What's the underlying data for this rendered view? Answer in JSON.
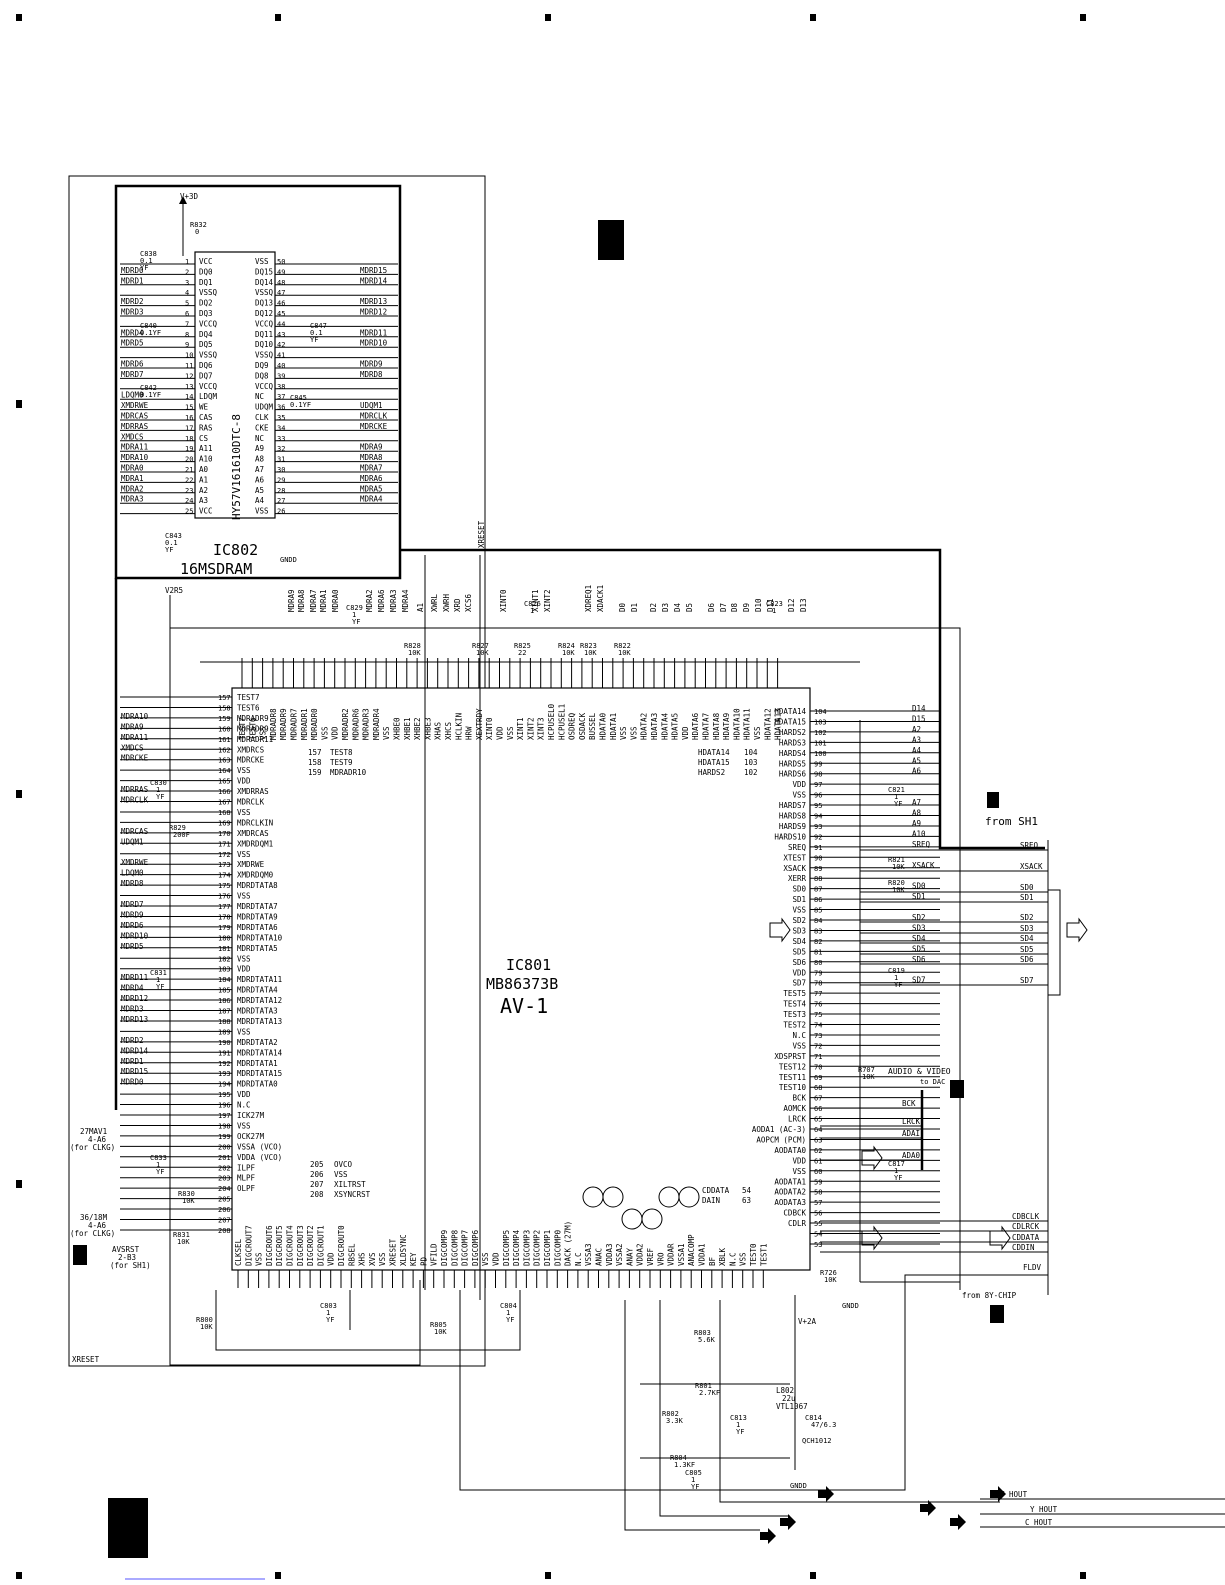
{
  "ic802": {
    "ref": "IC802",
    "type": "16MSDRAM",
    "part": "HY57V161610DTC-8",
    "supply": "V+3D",
    "r832": [
      "R832",
      "0"
    ],
    "gnd": "GNDD",
    "left_pins": [
      [
        "1",
        "VCC"
      ],
      [
        "2",
        "DQ0"
      ],
      [
        "3",
        "DQ1"
      ],
      [
        "4",
        "VSSQ"
      ],
      [
        "5",
        "DQ2"
      ],
      [
        "6",
        "DQ3"
      ],
      [
        "7",
        "VCCQ"
      ],
      [
        "8",
        "DQ4"
      ],
      [
        "9",
        "DQ5"
      ],
      [
        "10",
        "VSSQ"
      ],
      [
        "11",
        "DQ6"
      ],
      [
        "12",
        "DQ7"
      ],
      [
        "13",
        "VCCQ"
      ],
      [
        "14",
        "LDQM"
      ],
      [
        "15",
        "WE"
      ],
      [
        "16",
        "CAS"
      ],
      [
        "17",
        "RAS"
      ],
      [
        "18",
        "CS"
      ],
      [
        "19",
        "A11"
      ],
      [
        "20",
        "A10"
      ],
      [
        "21",
        "A0"
      ],
      [
        "22",
        "A1"
      ],
      [
        "23",
        "A2"
      ],
      [
        "24",
        "A3"
      ],
      [
        "25",
        "VCC"
      ]
    ],
    "right_pins": [
      [
        "50",
        "VSS"
      ],
      [
        "49",
        "DQ15"
      ],
      [
        "48",
        "DQ14"
      ],
      [
        "47",
        "VSSQ"
      ],
      [
        "46",
        "DQ13"
      ],
      [
        "45",
        "DQ12"
      ],
      [
        "44",
        "VCCQ"
      ],
      [
        "43",
        "DQ11"
      ],
      [
        "42",
        "DQ10"
      ],
      [
        "41",
        "VSSQ"
      ],
      [
        "40",
        "DQ9"
      ],
      [
        "39",
        "DQ8"
      ],
      [
        "38",
        "VCCQ"
      ],
      [
        "37",
        "NC"
      ],
      [
        "36",
        "UDQM"
      ],
      [
        "35",
        "CLK"
      ],
      [
        "34",
        "CKE"
      ],
      [
        "33",
        "NC"
      ],
      [
        "32",
        "A9"
      ],
      [
        "31",
        "A8"
      ],
      [
        "30",
        "A7"
      ],
      [
        "29",
        "A6"
      ],
      [
        "28",
        "A5"
      ],
      [
        "27",
        "A4"
      ],
      [
        "26",
        "VSS"
      ]
    ],
    "left_nets": [
      "",
      "MDRD0",
      "MDRD1",
      "",
      "MDRD2",
      "MDRD3",
      "",
      "MDRD4",
      "MDRD5",
      "",
      "MDRD6",
      "MDRD7",
      "",
      "LDQM0",
      "XMDRWE",
      "MDRCAS",
      "MDRRAS",
      "XMDCS",
      "MDRA11",
      "MDRA10",
      "MDRA0",
      "MDRA1",
      "MDRA2",
      "MDRA3",
      ""
    ],
    "right_nets": [
      "",
      "MDRD15",
      "MDRD14",
      "",
      "MDRD13",
      "MDRD12",
      "",
      "MDRD11",
      "MDRD10",
      "",
      "MDRD9",
      "MDRD8",
      "",
      "",
      "UDQM1",
      "MDRCLK",
      "MDRCKE",
      "",
      "MDRA9",
      "MDRA8",
      "MDRA7",
      "MDRA6",
      "MDRA5",
      "MDRA4",
      ""
    ],
    "caps": [
      [
        "C838",
        "0.1",
        "YF"
      ],
      [
        "C840",
        "0.1YF"
      ],
      [
        "C842",
        "0.1YF"
      ],
      [
        "C843",
        "0.1",
        "YF"
      ],
      [
        "C847",
        "0.1",
        "YF"
      ],
      [
        "C845",
        "0.1YF"
      ]
    ]
  },
  "ic801": {
    "ref": "IC801",
    "part": "MB86373B",
    "name": "AV-1",
    "supply": "V2R5",
    "left_pins": [
      [
        "157",
        "TEST7"
      ],
      [
        "158",
        "TEST6"
      ],
      [
        "159",
        "MDRADR9"
      ],
      [
        "160",
        "MDRADR9"
      ],
      [
        "161",
        "MDRADR11"
      ],
      [
        "162",
        "XMDRCS"
      ],
      [
        "163",
        "MDRCKE"
      ],
      [
        "164",
        "VSS"
      ],
      [
        "165",
        "VDD"
      ],
      [
        "166",
        "XMDRRAS"
      ],
      [
        "167",
        "MDRCLK"
      ],
      [
        "168",
        "VSS"
      ],
      [
        "169",
        "MDRCLKIN"
      ],
      [
        "170",
        "XMDRCAS"
      ],
      [
        "171",
        "XMDRDQM1"
      ],
      [
        "172",
        "VSS"
      ],
      [
        "173",
        "XMDRWE"
      ],
      [
        "174",
        "XMDRDQM0"
      ],
      [
        "175",
        "MDRDTATA8"
      ],
      [
        "176",
        "VSS"
      ],
      [
        "177",
        "MDRDTATA7"
      ],
      [
        "178",
        "MDRDTATA9"
      ],
      [
        "179",
        "MDRDTATA6"
      ],
      [
        "180",
        "MDRDTATA10"
      ],
      [
        "181",
        "MDRDTATA5"
      ],
      [
        "182",
        "VSS"
      ],
      [
        "183",
        "VDD"
      ],
      [
        "184",
        "MDRDTATA11"
      ],
      [
        "185",
        "MDRDTATA4"
      ],
      [
        "186",
        "MDRDTATA12"
      ],
      [
        "187",
        "MDRDTATA3"
      ],
      [
        "188",
        "MDRDTATA13"
      ],
      [
        "189",
        "VSS"
      ],
      [
        "190",
        "MDRDTATA2"
      ],
      [
        "191",
        "MDRDTATA14"
      ],
      [
        "192",
        "MDRDTATA1"
      ],
      [
        "193",
        "MDRDTATA15"
      ],
      [
        "194",
        "MDRDTATA0"
      ],
      [
        "195",
        "VDD"
      ],
      [
        "196",
        "N.C"
      ],
      [
        "197",
        "ICK27M"
      ],
      [
        "198",
        "VSS"
      ],
      [
        "199",
        "OCK27M"
      ],
      [
        "200",
        "VSSA (VCO)"
      ],
      [
        "201",
        "VDDA (VCO)"
      ],
      [
        "202",
        "ILPF"
      ],
      [
        "203",
        "MLPF"
      ],
      [
        "204",
        "OLPF"
      ],
      [
        "205",
        ""
      ],
      [
        "206",
        ""
      ],
      [
        "207",
        ""
      ],
      [
        "208",
        ""
      ]
    ],
    "left_nets": [
      "",
      "",
      "MDRA10",
      "MDRA9",
      "MDRA11",
      "XMDCS",
      "MDRCKE",
      "",
      "",
      "MDRRAS",
      "MDRCLK",
      "",
      "",
      "MDRCAS",
      "UDQM1",
      "",
      "XMDRWE",
      "LDQM0",
      "MDRD8",
      "",
      "MDRD7",
      "MDRD9",
      "MDRD6",
      "MDRD10",
      "MDRD5",
      "",
      "",
      "MDRD11",
      "MDRD4",
      "MDRD12",
      "MDRD3",
      "MDRD13",
      "",
      "MDRD2",
      "MDRD14",
      "MDRD1",
      "MDRD15",
      "MDRD0"
    ],
    "inner_list_a": [
      [
        "157",
        "TEST8"
      ],
      [
        "158",
        "TEST9"
      ],
      [
        "159",
        "MDRADR10"
      ]
    ],
    "inner_list_b": [
      [
        "205",
        "OVCO"
      ],
      [
        "206",
        "VSS"
      ],
      [
        "207",
        "XILTRST"
      ],
      [
        "208",
        "XSYNCRST"
      ]
    ],
    "inner_list_c": [
      [
        "HDATA14",
        "104"
      ],
      [
        "HDATA15",
        "103"
      ],
      [
        "HARDS2",
        "102"
      ]
    ],
    "inner_list_d": [
      [
        "CDDATA",
        "54"
      ],
      [
        "DAIN",
        "63"
      ]
    ],
    "top_pins": [
      "TEST7",
      "TEST6",
      "VSS",
      "MDRADR8",
      "MDRADR9",
      "MDRADR7",
      "MDRADR1",
      "MDRADR0",
      "VSS",
      "VDD",
      "MDRADR2",
      "MDRADR6",
      "MDRADR3",
      "MDRADR4",
      "VSS",
      "XHBE0",
      "XHBE1",
      "XHBE2",
      "XHBE3",
      "XHAS",
      "XHCS",
      "HCLKIN",
      "HRW",
      "XEXTRDY",
      "XINT0",
      "VDD",
      "VSS",
      "XINT1",
      "XINT2",
      "XINT3",
      "HCPUSEL0",
      "HCPUSEL1",
      "OSDREQ",
      "OSDACK",
      "BUSSEL",
      "HDATA0",
      "HDATA1",
      "VSS",
      "VSS",
      "HDATA2",
      "HDATA3",
      "HDATA4",
      "HDATA5",
      "VDD",
      "HDATA6",
      "HDATA7",
      "HDATA8",
      "HDATA9",
      "HDATA10",
      "HDATA11",
      "VSS",
      "HDATA12",
      "HDATA13"
    ],
    "top_nets": [
      "MDRA9",
      "MDRA8",
      "MDRA7",
      "MDRA1",
      "MDRA0",
      "MDRA2",
      "MDRA6",
      "MDRA3",
      "MDRA4",
      "A1",
      "XWRL",
      "XWRH",
      "XRD",
      "XCS6",
      "XINT0",
      "XINT1",
      "XINT2",
      "XDREQ1",
      "XDACK1",
      "D0",
      "D1",
      "D2",
      "D3",
      "D4",
      "D5",
      "D6",
      "D7",
      "D8",
      "D9",
      "D10",
      "D11",
      "D12",
      "D13"
    ],
    "right_pins": [
      [
        "104",
        "HDATA14"
      ],
      [
        "103",
        "HDATA15"
      ],
      [
        "102",
        "HARDS2"
      ],
      [
        "101",
        "HARDS3"
      ],
      [
        "100",
        "HARDS4"
      ],
      [
        "99",
        "HARDS5"
      ],
      [
        "98",
        "HARDS6"
      ],
      [
        "97",
        "VDD"
      ],
      [
        "96",
        "VSS"
      ],
      [
        "95",
        "HARDS7"
      ],
      [
        "94",
        "HARDS8"
      ],
      [
        "93",
        "HARDS9"
      ],
      [
        "92",
        "HARDS10"
      ],
      [
        "91",
        "SREQ"
      ],
      [
        "90",
        "XTEST"
      ],
      [
        "89",
        "XSACK"
      ],
      [
        "88",
        "XERR"
      ],
      [
        "87",
        "SD0"
      ],
      [
        "86",
        "SD1"
      ],
      [
        "85",
        "VSS"
      ],
      [
        "84",
        "SD2"
      ],
      [
        "83",
        "SD3"
      ],
      [
        "82",
        "SD4"
      ],
      [
        "81",
        "SD5"
      ],
      [
        "80",
        "SD6"
      ],
      [
        "79",
        "VDD"
      ],
      [
        "78",
        "SD7"
      ],
      [
        "77",
        "TEST5"
      ],
      [
        "76",
        "TEST4"
      ],
      [
        "75",
        "TEST3"
      ],
      [
        "74",
        "TEST2"
      ],
      [
        "73",
        "N.C"
      ],
      [
        "72",
        "VSS"
      ],
      [
        "71",
        "XDSPRST"
      ],
      [
        "70",
        "TEST12"
      ],
      [
        "69",
        "TEST11"
      ],
      [
        "68",
        "TEST10"
      ],
      [
        "67",
        "BCK"
      ],
      [
        "66",
        "AOMCK"
      ],
      [
        "65",
        "LRCK"
      ],
      [
        "64",
        "AODA1 (AC-3)"
      ],
      [
        "63",
        "AOPCM (PCM)"
      ],
      [
        "62",
        "AODATA0"
      ],
      [
        "61",
        "VDD"
      ],
      [
        "60",
        "VSS"
      ],
      [
        "59",
        "AODATA1"
      ],
      [
        "58",
        "AODATA2"
      ],
      [
        "57",
        "AODATA3"
      ],
      [
        "56",
        "CDBCK"
      ],
      [
        "55",
        "CDLR"
      ],
      [
        "54",
        ""
      ],
      [
        "53",
        ""
      ]
    ],
    "right_nets": [
      "D14",
      "D15",
      "A2",
      "A3",
      "A4",
      "A5",
      "A6",
      "",
      "",
      "A7",
      "A8",
      "A9",
      "A10",
      "SREQ",
      "",
      "XSACK",
      "",
      "SD0",
      "SD1",
      "",
      "SD2",
      "SD3",
      "SD4",
      "SD5",
      "SD6",
      "",
      "SD7"
    ],
    "bottom_pins": [
      "CLKSEL",
      "DIGCROUT7",
      "VSS",
      "DIGCROUT6",
      "DIGCROUT5",
      "DIGCROUT4",
      "DIGCROUT3",
      "DIGCROUT2",
      "DIGCROUT1",
      "VDD",
      "DIGCROUT0",
      "RBSEL",
      "XHS",
      "XVS",
      "VSS",
      "XRESET",
      "XLDSYNC",
      "KEY",
      "PD",
      "VFILD",
      "DIGCOMP9",
      "DIGCOMP8",
      "DIGCOMP7",
      "DIGCOMP6",
      "VSS",
      "VDD",
      "DIGCOMP5",
      "DIGCOMP4",
      "DIGCOMP3",
      "DIGCOMP2",
      "DIGCOMP1",
      "DIGCOMP0",
      "DACK (27M)",
      "N.C",
      "VSSA3",
      "ANAC",
      "VDDA3",
      "VSSA2",
      "ANAY",
      "VDDA2",
      "VREF",
      "VRO",
      "VDDAR",
      "VSSA1",
      "ANACOMP",
      "VDDA1",
      "BF",
      "XBLK",
      "N.C",
      "VSS",
      "TEST0",
      "TEST1"
    ]
  },
  "resistors": [
    [
      "R829",
      "200F"
    ],
    [
      "R830",
      "10K"
    ],
    [
      "R831",
      "10K"
    ],
    [
      "R800",
      "10K"
    ],
    [
      "R805",
      "10K"
    ],
    [
      "R828",
      "10K"
    ],
    [
      "R827",
      "10K"
    ],
    [
      "R825",
      "22"
    ],
    [
      "R824",
      "10K"
    ],
    [
      "R823",
      "10K"
    ],
    [
      "R822",
      "10K"
    ],
    [
      "R821",
      "10K"
    ],
    [
      "R820",
      "10K"
    ],
    [
      "R707",
      "10K"
    ],
    [
      "R726",
      "10K"
    ],
    [
      "R803",
      "5.6K"
    ],
    [
      "R802",
      "3.3K"
    ],
    [
      "R801",
      "2.7KF"
    ],
    [
      "R804",
      "1.3KF"
    ]
  ],
  "caps": [
    [
      "C830",
      "1",
      "YF"
    ],
    [
      "C831",
      "1",
      "YF"
    ],
    [
      "C833",
      "1",
      "YF"
    ],
    [
      "C803",
      "1",
      "YF"
    ],
    [
      "C804",
      "1",
      "YF"
    ],
    [
      "C829",
      "1",
      "YF"
    ],
    [
      "C826",
      "1"
    ],
    [
      "C823",
      "1"
    ],
    [
      "C821",
      "1",
      "YF"
    ],
    [
      "C819",
      "1",
      "YF"
    ],
    [
      "C817",
      "1",
      "YF"
    ],
    [
      "C813",
      "1",
      "YF"
    ],
    [
      "C814",
      "47/6.3"
    ],
    [
      "C805",
      "1",
      "YF"
    ]
  ],
  "l802": [
    "L802",
    "22u",
    "VTL1067"
  ],
  "qch": "QCH1012",
  "v2a": "V+2A",
  "gndd": "GNDD",
  "ext": {
    "from_sh1": "from SH1",
    "audio_video": "AUDIO & VIDEO",
    "to_dac": "to DAC",
    "from_8y": "from 8Y-CHIP",
    "xreset": "XRESET",
    "clk27": "27MAV1",
    "clk27_ref": "4-A6",
    "clk27_note": "(for CLKG)",
    "clk36": "36/18M",
    "clk36_ref": "4-A6",
    "clk36_note": "(for CLKG)",
    "avsrst": "AVSRST",
    "avsrst_ref": "2-B3",
    "avsrst_note": "(for SH1)"
  },
  "right_bus": [
    "SREQ",
    "XSACK",
    "SD0",
    "SD1",
    "SD2",
    "SD3",
    "SD4",
    "SD5",
    "SD6",
    "SD7"
  ],
  "audio_nets": [
    "BCK",
    "LRCK",
    "ADAI",
    "ADA0"
  ],
  "cd_nets": [
    "CDBCLK",
    "CDLRCK",
    "CDDATA",
    "CDDIN"
  ],
  "fldv": "FLDV",
  "outputs": [
    "V_HOUT",
    "Y_HOUT",
    "C_HOUT"
  ]
}
